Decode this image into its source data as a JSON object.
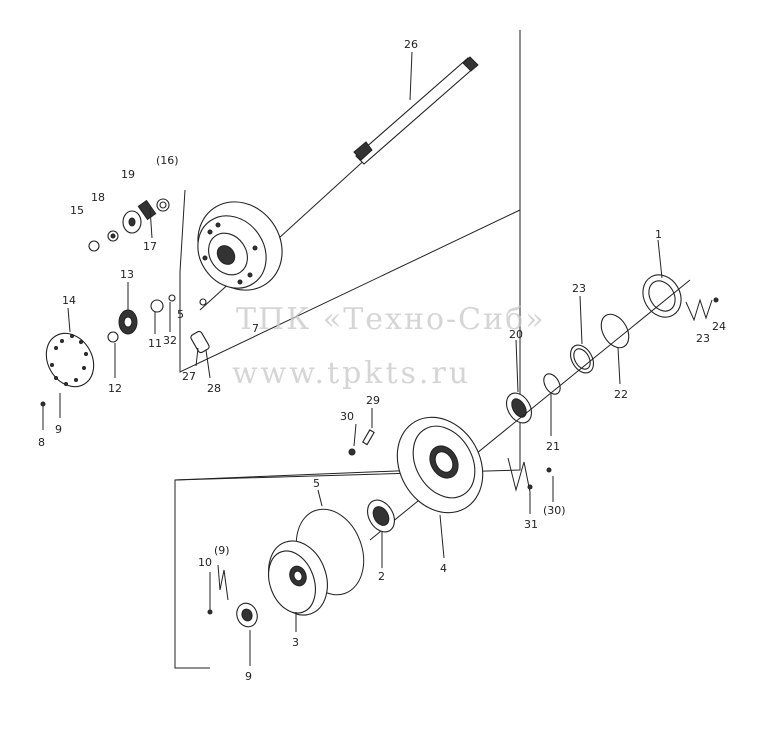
{
  "labels": {
    "l1": "1",
    "l2": "2",
    "l3": "3",
    "l4": "4",
    "l5": "5",
    "l8": "8",
    "l9a": "9",
    "l9b": "9",
    "l9p": "(9)",
    "l10": "10",
    "l11": "11",
    "l12": "12",
    "l13": "13",
    "l14": "14",
    "l15": "15",
    "l16p": "(16)",
    "l17": "17",
    "l18": "18",
    "l19": "19",
    "l20": "20",
    "l21": "21",
    "l22": "22",
    "l23a": "23",
    "l23b": "23",
    "l24": "24",
    "l26": "26",
    "l27": "27",
    "l28": "28",
    "l29": "29",
    "l30": "30",
    "l30p": "(30)",
    "l31": "31",
    "l32": "32",
    "l5b": "5",
    "l7": "7"
  },
  "watermark": {
    "line1": "ТПК «Техно-Сиб»",
    "line2": "www.tpkts.ru"
  }
}
